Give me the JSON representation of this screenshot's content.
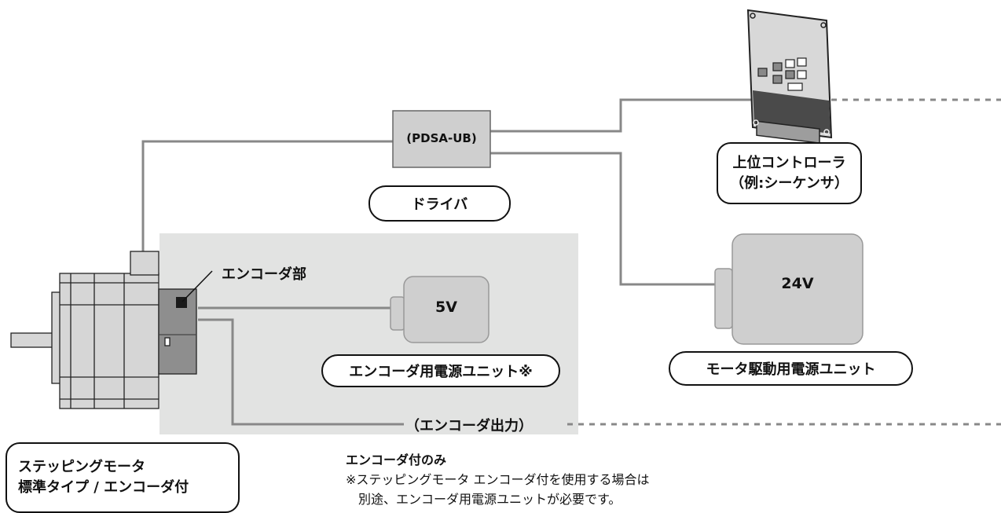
{
  "driver": {
    "model": "(PDSA-UB)",
    "label": "ドライバ"
  },
  "controller": {
    "label_line1": "上位コントローラ",
    "label_line2": "（例:シーケンサ）"
  },
  "motor_psu": {
    "voltage": "24V",
    "label": "モータ駆動用電源ユニット"
  },
  "encoder_psu": {
    "voltage": "5V",
    "label": "エンコーダ用電源ユニット※"
  },
  "encoder": {
    "part_label": "エンコーダ部",
    "output_label": "（エンコーダ出力）"
  },
  "motor": {
    "label_line1": "ステッピングモータ",
    "label_line2": "標準タイプ / エンコーダ付"
  },
  "note": {
    "title": "エンコーダ付のみ",
    "line1": "※ステッピングモータ エンコーダ付を使用する場合は",
    "line2": "別途、エンコーダ用電源ユニットが必要です。"
  },
  "colors": {
    "cable": "#888888",
    "highlight_area": "#e2e3e2",
    "device_fill": "#cfcfcf",
    "outline": "#111111"
  }
}
